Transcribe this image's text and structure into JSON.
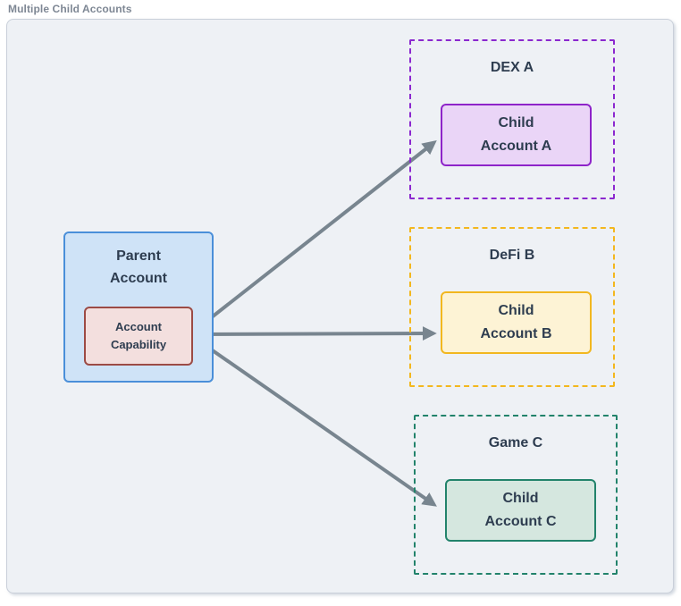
{
  "title": "Multiple Child Accounts",
  "arrow_color": "#78858f",
  "canvas": {
    "background": "#eef1f5",
    "border_color": "#c9cfd9"
  },
  "parent_account": {
    "label_lines": [
      "Parent",
      "Account"
    ],
    "fill": "#cfe3f7",
    "border_color": "#4a8fd9",
    "capability": {
      "label_lines": [
        "Account",
        "Capability"
      ],
      "fill": "#f3dfde",
      "border_color": "#9c4b45"
    }
  },
  "child_zones": [
    {
      "zone_label": "DEX A",
      "box_lines": [
        "Child",
        "Account A"
      ],
      "zone_border": "#8b28cf",
      "box_fill": "#ead5f7",
      "box_border": "#8e24c9"
    },
    {
      "zone_label": "DeFi B",
      "box_lines": [
        "Child",
        "Account B"
      ],
      "zone_border": "#f3b71e",
      "box_fill": "#fdf3d5",
      "box_border": "#f2b71f"
    },
    {
      "zone_label": "Game C",
      "box_lines": [
        "Child",
        "Account C"
      ],
      "zone_border": "#22836b",
      "box_fill": "#d5e7df",
      "box_border": "#22836b"
    }
  ]
}
